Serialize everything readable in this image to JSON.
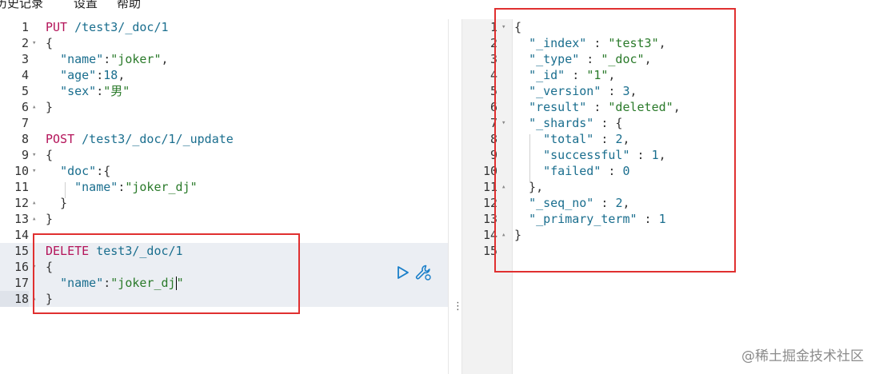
{
  "menu": {
    "items": [
      "历史记录",
      "设置",
      "帮助"
    ]
  },
  "editor": {
    "lines": [
      {
        "n": "1",
        "fold": "",
        "parts": [
          [
            "PUT",
            "method"
          ],
          [
            " /test3/_doc/1",
            "path"
          ]
        ]
      },
      {
        "n": "2",
        "fold": "▾",
        "parts": [
          [
            "{",
            "punc"
          ]
        ]
      },
      {
        "n": "3",
        "fold": "",
        "parts": [
          [
            "  ",
            "punc"
          ],
          [
            "\"name\"",
            "key"
          ],
          [
            ":",
            "punc"
          ],
          [
            "\"joker\"",
            "str"
          ],
          [
            ",",
            "punc"
          ]
        ]
      },
      {
        "n": "4",
        "fold": "",
        "parts": [
          [
            "  ",
            "punc"
          ],
          [
            "\"age\"",
            "key"
          ],
          [
            ":",
            "punc"
          ],
          [
            "18",
            "num"
          ],
          [
            ",",
            "punc"
          ]
        ]
      },
      {
        "n": "5",
        "fold": "",
        "parts": [
          [
            "  ",
            "punc"
          ],
          [
            "\"sex\"",
            "key"
          ],
          [
            ":",
            "punc"
          ],
          [
            "\"男\"",
            "str"
          ]
        ]
      },
      {
        "n": "6",
        "fold": "▴",
        "parts": [
          [
            "}",
            "punc"
          ]
        ]
      },
      {
        "n": "7",
        "fold": "",
        "parts": []
      },
      {
        "n": "8",
        "fold": "",
        "parts": [
          [
            "POST",
            "method"
          ],
          [
            " /test3/_doc/1/_update",
            "path"
          ]
        ]
      },
      {
        "n": "9",
        "fold": "▾",
        "parts": [
          [
            "{",
            "punc"
          ]
        ]
      },
      {
        "n": "10",
        "fold": "▾",
        "parts": [
          [
            "  ",
            "punc"
          ],
          [
            "\"doc\"",
            "key"
          ],
          [
            ":{",
            "punc"
          ]
        ]
      },
      {
        "n": "11",
        "fold": "",
        "parts": [
          [
            "    ",
            "punc"
          ],
          [
            "\"name\"",
            "key"
          ],
          [
            ":",
            "punc"
          ],
          [
            "\"joker_dj\"",
            "str"
          ]
        ]
      },
      {
        "n": "12",
        "fold": "▴",
        "parts": [
          [
            "  }",
            "punc"
          ]
        ]
      },
      {
        "n": "13",
        "fold": "▴",
        "parts": [
          [
            "}",
            "punc"
          ]
        ]
      },
      {
        "n": "14",
        "fold": "",
        "parts": []
      },
      {
        "n": "15",
        "fold": "",
        "parts": [
          [
            "DELETE",
            "method"
          ],
          [
            " test3/_doc/1",
            "path"
          ]
        ]
      },
      {
        "n": "16",
        "fold": "▾",
        "parts": [
          [
            "{",
            "punc"
          ]
        ]
      },
      {
        "n": "17",
        "fold": "",
        "parts": [
          [
            "  ",
            "punc"
          ],
          [
            "\"name\"",
            "key"
          ],
          [
            ":",
            "punc"
          ],
          [
            "\"joker_dj",
            "str"
          ],
          [
            "|",
            "cursor"
          ],
          [
            "\"",
            "str"
          ]
        ]
      },
      {
        "n": "18",
        "fold": "▴",
        "parts": [
          [
            "}",
            "punc"
          ]
        ]
      }
    ]
  },
  "output": {
    "lines": [
      {
        "n": "1",
        "fold": "▾",
        "parts": [
          [
            "{",
            "punc"
          ]
        ]
      },
      {
        "n": "2",
        "fold": "",
        "parts": [
          [
            "  ",
            "punc"
          ],
          [
            "\"_index\"",
            "key"
          ],
          [
            " : ",
            "punc"
          ],
          [
            "\"test3\"",
            "str"
          ],
          [
            ",",
            "punc"
          ]
        ]
      },
      {
        "n": "3",
        "fold": "",
        "parts": [
          [
            "  ",
            "punc"
          ],
          [
            "\"_type\"",
            "key"
          ],
          [
            " : ",
            "punc"
          ],
          [
            "\"_doc\"",
            "str"
          ],
          [
            ",",
            "punc"
          ]
        ]
      },
      {
        "n": "4",
        "fold": "",
        "parts": [
          [
            "  ",
            "punc"
          ],
          [
            "\"_id\"",
            "key"
          ],
          [
            " : ",
            "punc"
          ],
          [
            "\"1\"",
            "str"
          ],
          [
            ",",
            "punc"
          ]
        ]
      },
      {
        "n": "5",
        "fold": "",
        "parts": [
          [
            "  ",
            "punc"
          ],
          [
            "\"_version\"",
            "key"
          ],
          [
            " : ",
            "punc"
          ],
          [
            "3",
            "num"
          ],
          [
            ",",
            "punc"
          ]
        ]
      },
      {
        "n": "6",
        "fold": "",
        "parts": [
          [
            "  ",
            "punc"
          ],
          [
            "\"result\"",
            "key"
          ],
          [
            " : ",
            "punc"
          ],
          [
            "\"deleted\"",
            "str"
          ],
          [
            ",",
            "punc"
          ]
        ]
      },
      {
        "n": "7",
        "fold": "▾",
        "parts": [
          [
            "  ",
            "punc"
          ],
          [
            "\"_shards\"",
            "key"
          ],
          [
            " : {",
            "punc"
          ]
        ]
      },
      {
        "n": "8",
        "fold": "",
        "parts": [
          [
            "    ",
            "punc"
          ],
          [
            "\"total\"",
            "key"
          ],
          [
            " : ",
            "punc"
          ],
          [
            "2",
            "num"
          ],
          [
            ",",
            "punc"
          ]
        ]
      },
      {
        "n": "9",
        "fold": "",
        "parts": [
          [
            "    ",
            "punc"
          ],
          [
            "\"successful\"",
            "key"
          ],
          [
            " : ",
            "punc"
          ],
          [
            "1",
            "num"
          ],
          [
            ",",
            "punc"
          ]
        ]
      },
      {
        "n": "10",
        "fold": "",
        "parts": [
          [
            "    ",
            "punc"
          ],
          [
            "\"failed\"",
            "key"
          ],
          [
            " : ",
            "punc"
          ],
          [
            "0",
            "num"
          ]
        ]
      },
      {
        "n": "11",
        "fold": "▴",
        "parts": [
          [
            "  },",
            "punc"
          ]
        ]
      },
      {
        "n": "12",
        "fold": "",
        "parts": [
          [
            "  ",
            "punc"
          ],
          [
            "\"_seq_no\"",
            "key"
          ],
          [
            " : ",
            "punc"
          ],
          [
            "2",
            "num"
          ],
          [
            ",",
            "punc"
          ]
        ]
      },
      {
        "n": "13",
        "fold": "",
        "parts": [
          [
            "  ",
            "punc"
          ],
          [
            "\"_primary_term\"",
            "key"
          ],
          [
            " : ",
            "punc"
          ],
          [
            "1",
            "num"
          ]
        ]
      },
      {
        "n": "14",
        "fold": "▴",
        "parts": [
          [
            "}",
            "punc"
          ]
        ]
      },
      {
        "n": "15",
        "fold": "",
        "parts": []
      }
    ]
  },
  "actions": {
    "run_icon": "play-icon",
    "settings_icon": "wrench-icon"
  },
  "watermark": {
    "text": "@稀土掘金技术社区"
  },
  "colors": {
    "method": "#b4145a",
    "key": "#1a6e8e",
    "string": "#2a7a2a",
    "highlight_box": "#e03030"
  }
}
